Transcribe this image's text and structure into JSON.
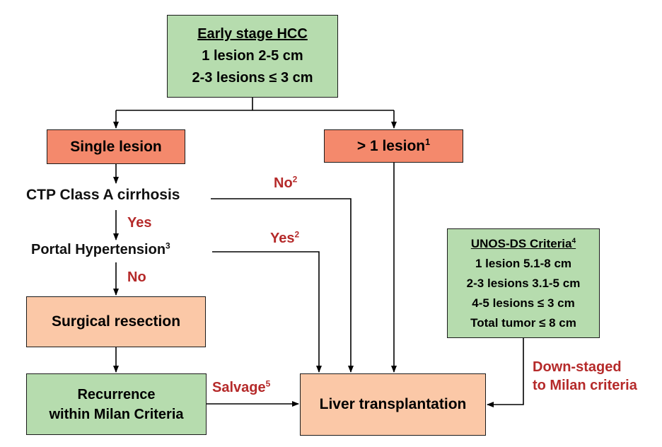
{
  "early_stage": {
    "title": "Early stage HCC",
    "line1": "1 lesion 2-5 cm",
    "line2": "2-3 lesions ≤ 3 cm"
  },
  "single_lesion": {
    "label": "Single lesion"
  },
  "multi_lesion": {
    "label": "> 1 lesion",
    "sup": "1"
  },
  "ctp": {
    "label": "CTP Class A cirrhosis"
  },
  "portal": {
    "label": "Portal Hypertension",
    "sup": "3"
  },
  "edge_labels": {
    "ctp_yes": "Yes",
    "portal_no": "No",
    "ctp_no": "No",
    "ctp_no_sup": "2",
    "portal_yes": "Yes",
    "portal_yes_sup": "2",
    "salvage": "Salvage",
    "salvage_sup": "5",
    "downstaged_line1": "Down-staged",
    "downstaged_line2": "to Milan criteria"
  },
  "surgical_resection": {
    "label": "Surgical resection"
  },
  "recurrence": {
    "line1": "Recurrence",
    "line2": "within Milan Criteria"
  },
  "liver_transplant": {
    "label": "Liver transplantation"
  },
  "unos": {
    "title": "UNOS-DS Criteria",
    "title_sup": "4",
    "items": [
      "1 lesion 5.1-8 cm",
      "2-3 lesions 3.1-5 cm",
      "4-5 lesions ≤ 3 cm",
      "Total tumor ≤ 8 cm"
    ]
  },
  "colors": {
    "green_box": "#b6dcae",
    "red_box": "#f4896c",
    "peach_box": "#fbc8a7",
    "label_red": "#b52a2a",
    "line": "#000000"
  }
}
